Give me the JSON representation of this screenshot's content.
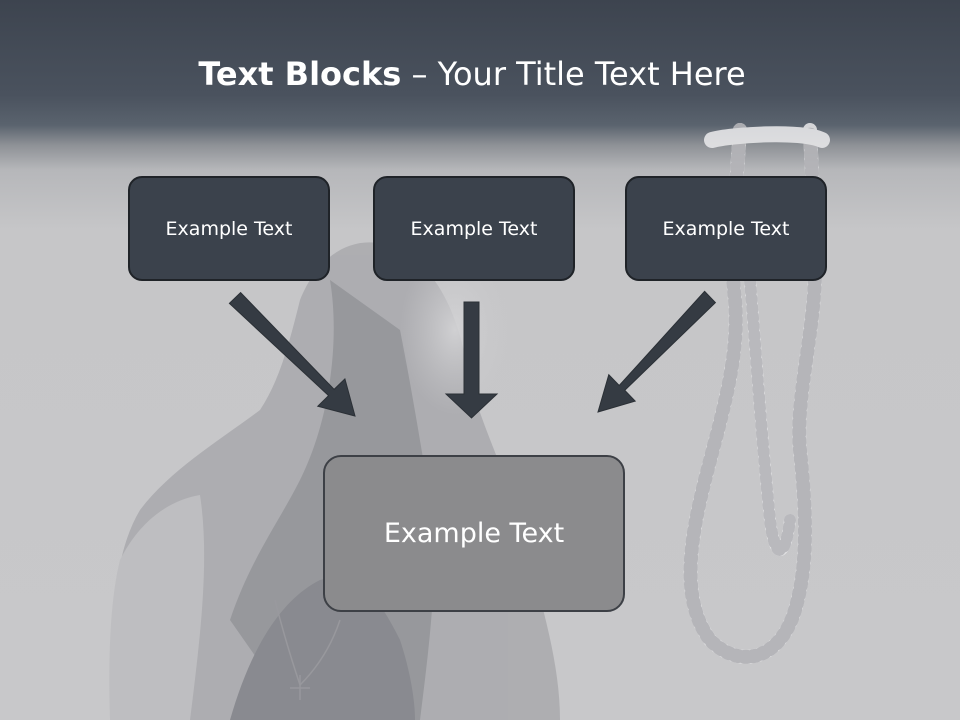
{
  "title": {
    "bold": "Text Blocks",
    "rest": " – Your Title Text Here"
  },
  "boxes": {
    "left": "Example Text",
    "middle": "Example Text",
    "right": "Example Text",
    "bottom": "Example Text"
  },
  "colors": {
    "header": "#3d444f",
    "box_fill": "#3b424c",
    "arrow": "#353b43",
    "bottom_box_fill": "#8b8b8d",
    "background": "#c8c8ca"
  },
  "background_image": "woman-and-noose-photo"
}
